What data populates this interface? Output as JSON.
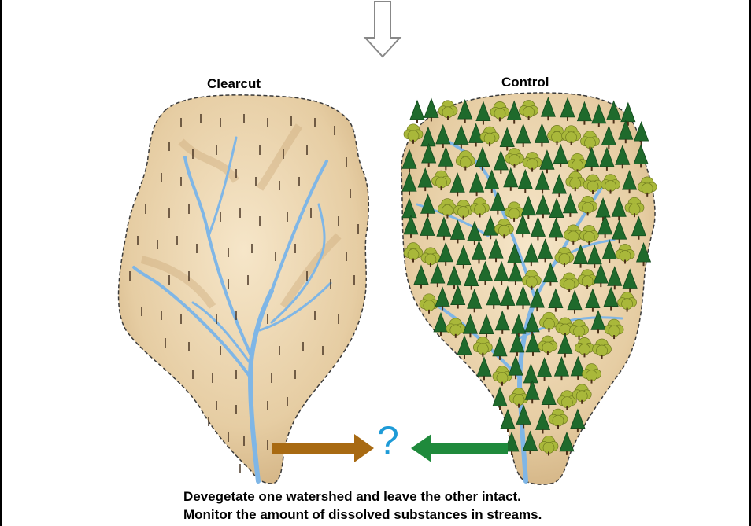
{
  "labels": {
    "clearcut": "Clearcut",
    "control": "Control",
    "question": "?"
  },
  "caption": {
    "line1": "Devegetate one watershed and leave the other intact.",
    "line2": "Monitor the amount of dissolved substances in streams."
  },
  "icons": {
    "top_arrow": "down-arrow-outline-icon",
    "left_arrow": "right-arrow-icon",
    "right_arrow": "left-arrow-icon"
  },
  "colors": {
    "terrain": "#e9d3ad",
    "terrain_shadow": "#cfae7e",
    "stream": "#7fb6e6",
    "stump": "#3d2a1a",
    "tree_dark": "#1f6a2c",
    "tree_light": "#a9b83a",
    "arrow_brown": "#a86a12",
    "arrow_green": "#1f8a3c",
    "question": "#1e9bd7"
  }
}
